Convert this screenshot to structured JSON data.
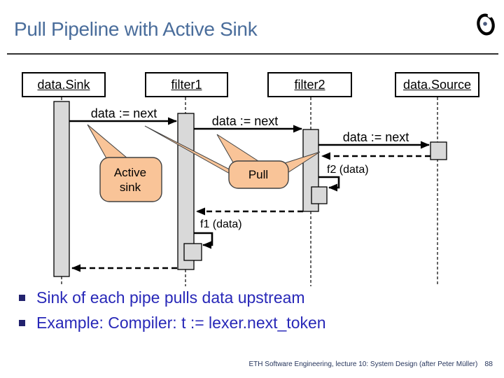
{
  "slide": {
    "title": "Pull Pipeline with Active Sink",
    "footer": "ETH Software Engineering, lecture 10: System Design (after Peter Müller)",
    "page_number": "88"
  },
  "diagram": {
    "actors": [
      {
        "label": "data.Sink"
      },
      {
        "label": "filter1"
      },
      {
        "label": "filter2"
      },
      {
        "label": "data.Source"
      }
    ],
    "calls": {
      "sink_to_filter1": "data := next",
      "filter1_to_filter2": "data := next",
      "filter2_to_source": "data := next"
    },
    "returns": {
      "f2": "f2 (data)",
      "f1": "f1 (data)"
    },
    "callouts": {
      "active_sink": [
        "Active",
        "sink"
      ],
      "pull": "Pull"
    }
  },
  "bullets": [
    "Sink of each pipe pulls data upstream",
    "Example: Compiler: t := lexer.next_token"
  ],
  "colors": {
    "title_text": "#4A6D9B",
    "bullet_text": "#2828B8",
    "bullet_marker": "#22226E",
    "footer_text": "#26355C",
    "callout_fill": "#F9C498",
    "activation_fill": "#D9D9D9"
  }
}
